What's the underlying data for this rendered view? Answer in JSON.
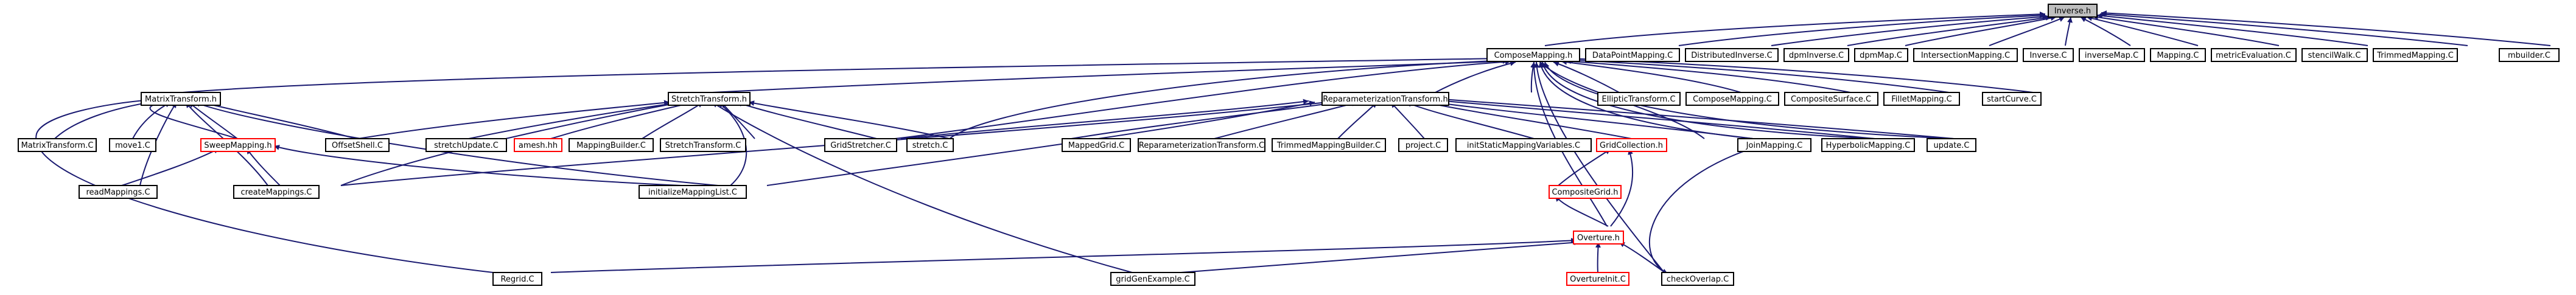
{
  "graph": {
    "direction": "dependents-of-root",
    "root": "n0",
    "nodes": [
      {
        "id": "n0",
        "label": "Inverse.h",
        "root": true
      },
      {
        "id": "n1",
        "label": "ComposeMapping.h"
      },
      {
        "id": "n2",
        "label": "DataPointMapping.C"
      },
      {
        "id": "n3",
        "label": "DistributedInverse.C"
      },
      {
        "id": "n4",
        "label": "dpmInverse.C"
      },
      {
        "id": "n5",
        "label": "dpmMap.C"
      },
      {
        "id": "n6",
        "label": "IntersectionMapping.C"
      },
      {
        "id": "n7",
        "label": "Inverse.C"
      },
      {
        "id": "n8",
        "label": "inverseMap.C"
      },
      {
        "id": "n9",
        "label": "Mapping.C"
      },
      {
        "id": "n10",
        "label": "metricEvaluation.C"
      },
      {
        "id": "n11",
        "label": "stencilWalk.C"
      },
      {
        "id": "n12",
        "label": "TrimmedMapping.C"
      },
      {
        "id": "n13",
        "label": "mbuilder.C"
      },
      {
        "id": "n14",
        "label": "MatrixTransform.h"
      },
      {
        "id": "n15",
        "label": "StretchTransform.h"
      },
      {
        "id": "n16",
        "label": "ReparameterizationTransform.h"
      },
      {
        "id": "n17",
        "label": "EllipticTransform.C"
      },
      {
        "id": "n18",
        "label": "ComposeMapping.C"
      },
      {
        "id": "n19",
        "label": "CompositeSurface.C"
      },
      {
        "id": "n20",
        "label": "FilletMapping.C"
      },
      {
        "id": "n21",
        "label": "startCurve.C"
      },
      {
        "id": "n22",
        "label": "MatrixTransform.C"
      },
      {
        "id": "n23",
        "label": "move1.C"
      },
      {
        "id": "n24",
        "label": "SweepMapping.h",
        "missing": true
      },
      {
        "id": "n25",
        "label": "OffsetShell.C"
      },
      {
        "id": "n26",
        "label": "stretchUpdate.C"
      },
      {
        "id": "n27",
        "label": "amesh.hh",
        "missing": true
      },
      {
        "id": "n28",
        "label": "MappingBuilder.C"
      },
      {
        "id": "n29",
        "label": "StretchTransform.C"
      },
      {
        "id": "n30",
        "label": "GridStretcher.C"
      },
      {
        "id": "n31",
        "label": "stretch.C"
      },
      {
        "id": "n32",
        "label": "MappedGrid.C"
      },
      {
        "id": "n33",
        "label": "ReparameterizationTransform.C"
      },
      {
        "id": "n34",
        "label": "TrimmedMappingBuilder.C"
      },
      {
        "id": "n35",
        "label": "project.C"
      },
      {
        "id": "n36",
        "label": "initStaticMappingVariables.C"
      },
      {
        "id": "n37",
        "label": "GridCollection.h",
        "missing": true
      },
      {
        "id": "n38",
        "label": "JoinMapping.C"
      },
      {
        "id": "n39",
        "label": "HyperbolicMapping.C"
      },
      {
        "id": "n40",
        "label": "update.C"
      },
      {
        "id": "n41",
        "label": "readMappings.C"
      },
      {
        "id": "n42",
        "label": "createMappings.C"
      },
      {
        "id": "n43",
        "label": "initializeMappingList.C"
      },
      {
        "id": "n44",
        "label": "CompositeGrid.h",
        "missing": true
      },
      {
        "id": "n45",
        "label": "Overture.h",
        "missing": true
      },
      {
        "id": "n46",
        "label": "Regrid.C"
      },
      {
        "id": "n47",
        "label": "gridGenExample.C"
      },
      {
        "id": "n48",
        "label": "OvertureInit.C",
        "missing": true
      },
      {
        "id": "n49",
        "label": "checkOverlap.C"
      }
    ]
  },
  "colors": {
    "edge": "#191970",
    "node_border": "#000000",
    "missing_node_border": "#ff0000",
    "root_fill": "#bfbfbf",
    "node_fill": "#ffffff",
    "background": "#ffffff"
  }
}
